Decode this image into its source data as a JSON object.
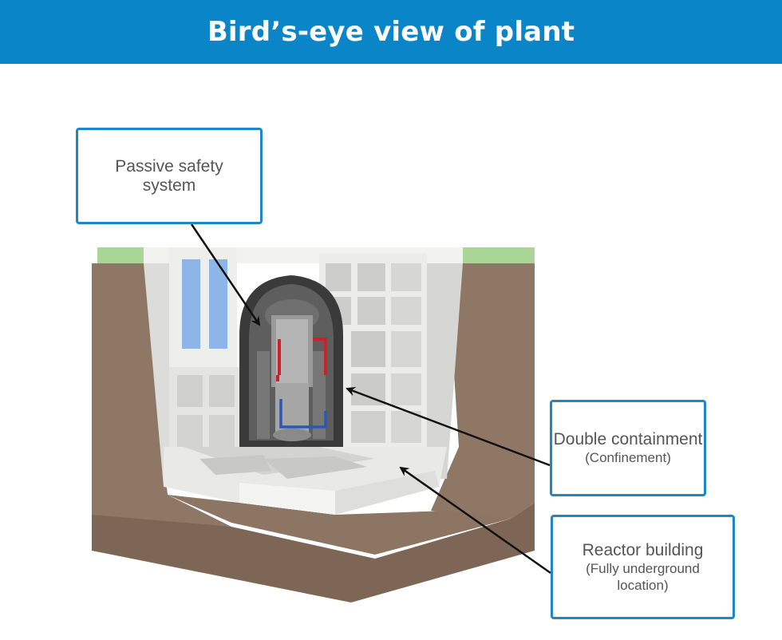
{
  "header": {
    "title": "Bird’s-eye view of plant"
  },
  "callouts": {
    "passive_safety": {
      "label": "Passive safety system"
    },
    "double_containment": {
      "label": "Double containment",
      "sublabel": "(Confinement)"
    },
    "reactor_building": {
      "label": "Reactor building",
      "sublabel": "(Fully underground location)"
    }
  },
  "colors": {
    "header_blue": "#0a85c8",
    "callout_border": "#1d87c9",
    "earth": "#8c7563",
    "grass": "#9fd08a",
    "concrete": "#e8e8e6",
    "steel": "#8a8a8a",
    "hot_loop": "#c8222a",
    "cold_loop": "#2b57b7"
  }
}
